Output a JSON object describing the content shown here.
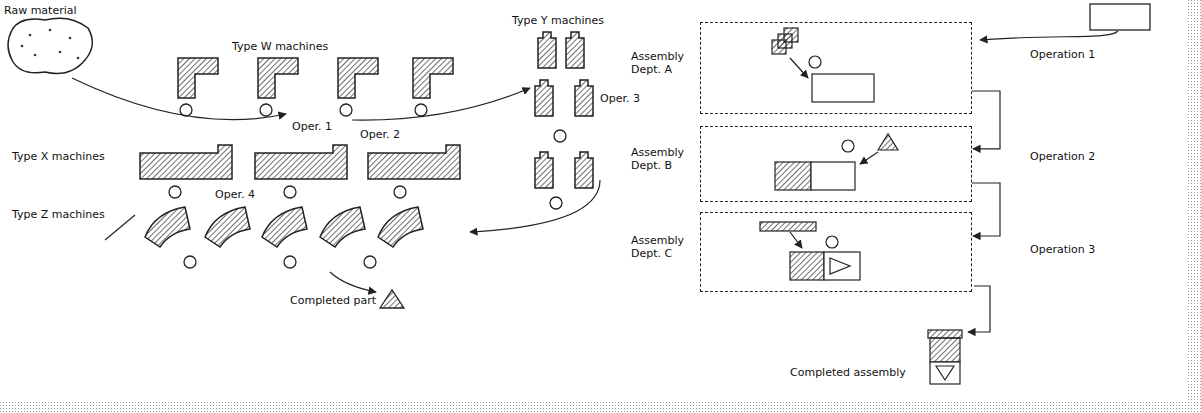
{
  "diagram": {
    "nodes": [
      {
        "text": [
          "Assembly Dept. A"
        ]
      },
      {
        "text": [
          "Assembly Dept. B"
        ]
      },
      {
        "text": [
          "Assembly Dept. C"
        ]
      }
    ],
    "edges": [
      {
        "from": 0,
        "to": 1,
        "arrow": "to"
      },
      {
        "from": 1,
        "to": 2,
        "arrow": "to"
      }
    ],
    "labels": [
      "Raw material",
      "Type W machines",
      "Type Y machines",
      "Oper. 1",
      "Oper. 2",
      "Oper. 3",
      "Type X machines",
      "Oper. 4",
      "Type Z machines",
      "Completed part",
      "Operation 1",
      "Operation 2",
      "Operation 3",
      "Completed assembly"
    ]
  }
}
